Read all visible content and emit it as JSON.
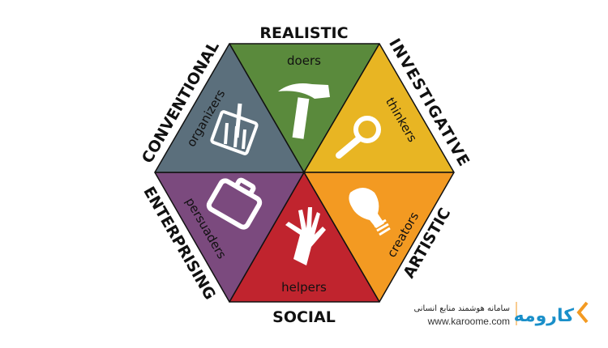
{
  "types": [
    {
      "key": "realistic",
      "title": "REALISTIC",
      "role": "doers",
      "icon": "hammer-icon",
      "color": "#5a8a3c"
    },
    {
      "key": "investigative",
      "title": "INVESTIGATIVE",
      "role": "thinkers",
      "icon": "magnifier-icon",
      "color": "#e8b523"
    },
    {
      "key": "artistic",
      "title": "ARTISTIC",
      "role": "creators",
      "icon": "lightbulb-icon",
      "color": "#f39a22"
    },
    {
      "key": "social",
      "title": "SOCIAL",
      "role": "helpers",
      "icon": "hands-icon",
      "color": "#c0242e"
    },
    {
      "key": "enterprising",
      "title": "ENTERPRISING",
      "role": "persuaders",
      "icon": "briefcase-icon",
      "color": "#7b4a7e"
    },
    {
      "key": "conventional",
      "title": "CONVENTIONAL",
      "role": "organizers",
      "icon": "checklist-icon",
      "color": "#5b6f7c"
    }
  ],
  "logo": {
    "brand": "کارومه",
    "tagline": "سامانه هوشمند منابع انسانی",
    "url": "www.karoome.com",
    "brand_color": "#1a8fc9",
    "accent_color": "#f39a22"
  }
}
